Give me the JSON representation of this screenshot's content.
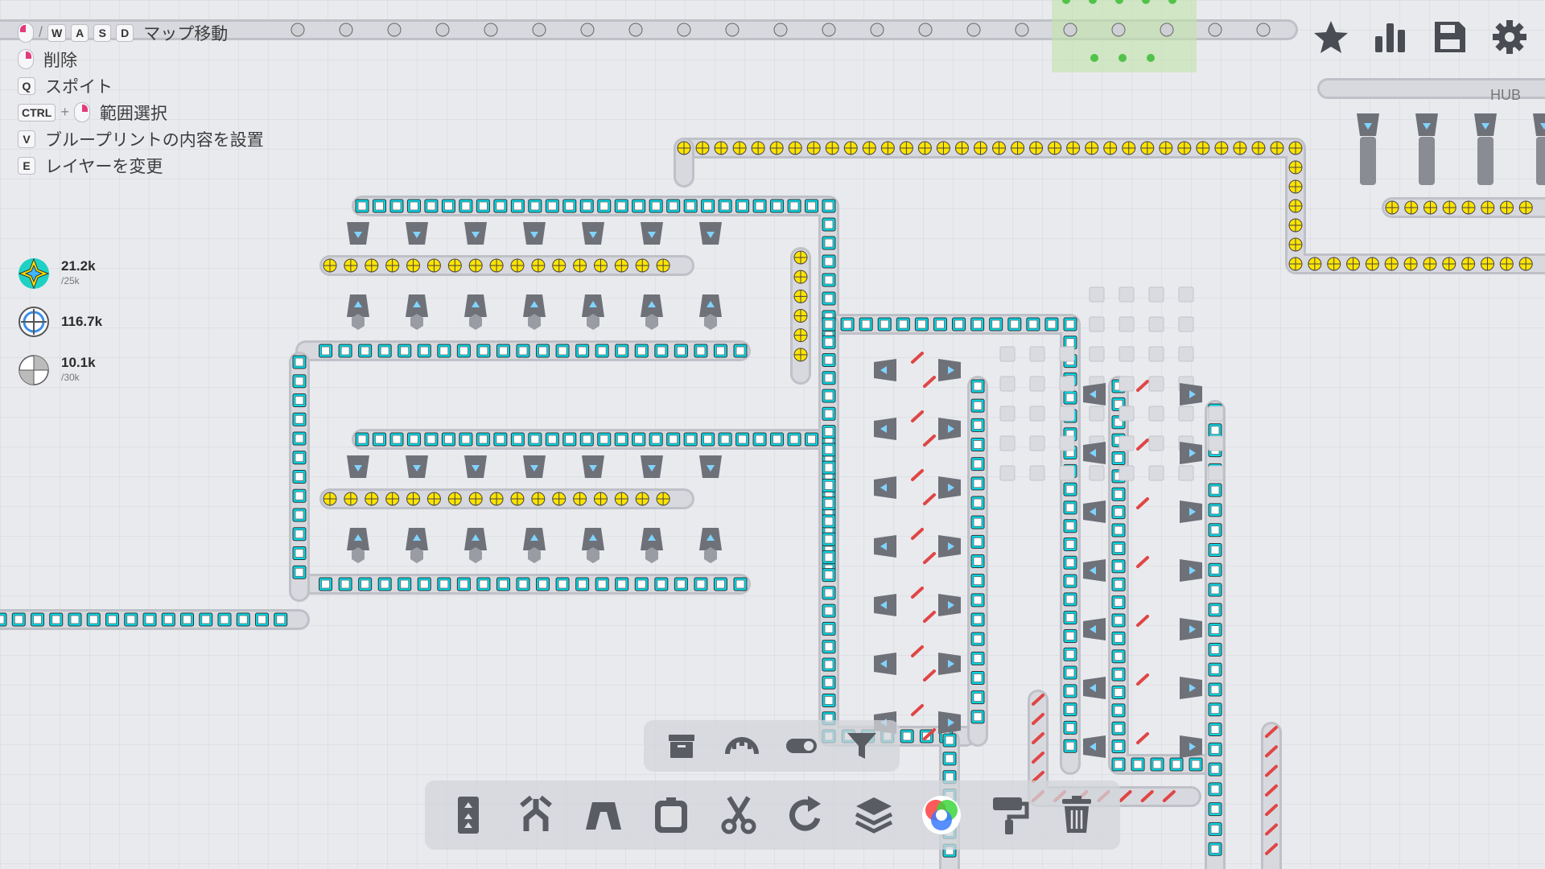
{
  "help": [
    {
      "keys": [
        "W",
        "A",
        "S",
        "D"
      ],
      "mouse": "left",
      "text": "マップ移動"
    },
    {
      "keys": [],
      "mouse": "right",
      "text": "削除"
    },
    {
      "keys": [
        "Q"
      ],
      "mouse": "",
      "text": "スポイト"
    },
    {
      "keys": [
        "CTRL"
      ],
      "mouse": "right",
      "plus": "+",
      "text": "範囲選択"
    },
    {
      "keys": [
        "V"
      ],
      "mouse": "",
      "text": "ブループリントの内容を設置"
    },
    {
      "keys": [
        "E"
      ],
      "mouse": "",
      "text": "レイヤーを変更"
    }
  ],
  "resources": [
    {
      "icon": "shape-star-icon",
      "value": "21.2k",
      "sub": "/25k"
    },
    {
      "icon": "shape-circle-icon",
      "value": "116.7k",
      "sub": ""
    },
    {
      "icon": "shape-square-icon",
      "value": "10.1k",
      "sub": "/30k"
    }
  ],
  "top_right": [
    "star-icon",
    "stats-icon",
    "save-icon",
    "settings-icon"
  ],
  "hub_label": "HUB",
  "sub_toolbar": [
    "storage-icon",
    "balancer-icon",
    "toggle-icon",
    "filter-icon"
  ],
  "toolbar": [
    "belt-icon",
    "splitter-icon",
    "tunnel-icon",
    "rotator-icon",
    "cutter-icon",
    "rotate-icon",
    "stacker-icon",
    "color-mixer-icon",
    "painter-icon",
    "trash-icon"
  ],
  "colors": {
    "belt": "#c9cbd1",
    "yellow_item": "#ffe400",
    "cyan_item": "#00d7e6",
    "machine": "#6f7179",
    "green_item": "#52c24a",
    "red_item": "#e04545"
  }
}
